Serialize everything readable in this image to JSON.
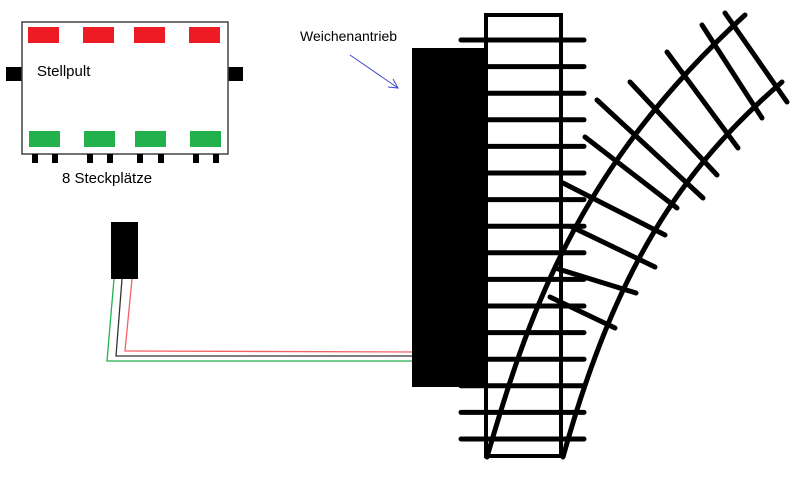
{
  "labels": {
    "panel": "Stellpult",
    "slots": "8 Steckplätze",
    "motor": "Weichenantrieb"
  },
  "colors": {
    "red": "#ed1c24",
    "green": "#22b14c",
    "black": "#000000",
    "arrow": "#3f48cc"
  }
}
